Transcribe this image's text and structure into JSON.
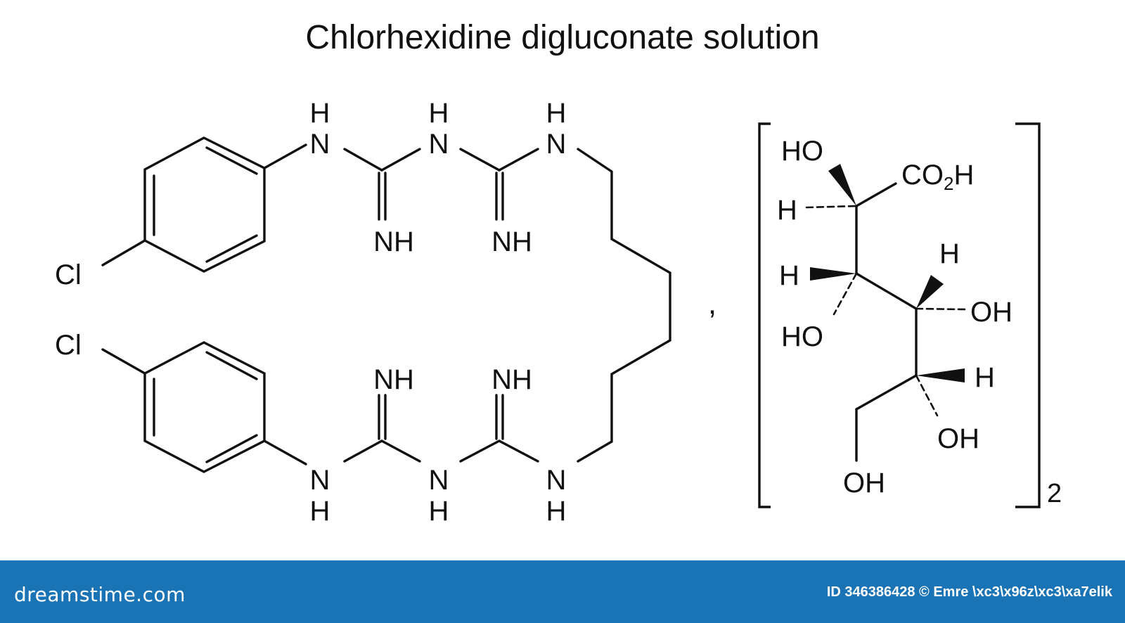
{
  "title": "Chlorhexidine digluconate solution",
  "colors": {
    "ink": "#111111",
    "background": "#ffffff",
    "footer_bar": "#1a73b4",
    "footer_text": "#ffffff"
  },
  "chlorhexidine": {
    "top": {
      "cl": "Cl",
      "nh1": "N",
      "nh1_h": "H",
      "nh2": "N",
      "nh2_h": "H",
      "nh3": "N",
      "nh3_h": "H",
      "imine1": "NH",
      "imine2": "NH"
    },
    "bottom": {
      "cl": "Cl",
      "nh1": "N",
      "nh1_h": "H",
      "nh2": "N",
      "nh2_h": "H",
      "nh3": "N",
      "nh3_h": "H",
      "imine1": "NH",
      "imine2": "NH"
    },
    "separator": ","
  },
  "gluconate": {
    "c2_oh": "HO",
    "c2_h": "H",
    "carboxyl": "CO",
    "carboxyl_sub": "2",
    "carboxyl_h": "H",
    "c3_h": "H",
    "c3_oh": "HO",
    "c4_h": "H",
    "c4_oh": "OH",
    "c5_h": "H",
    "c5_oh": "OH",
    "c6_oh": "OH",
    "subscript": "2"
  },
  "footer": {
    "logo": "dreamstime.com",
    "credit": "ID 346386428 © Emre \\xc3\\x96z\\xc3\\xa7elik"
  }
}
